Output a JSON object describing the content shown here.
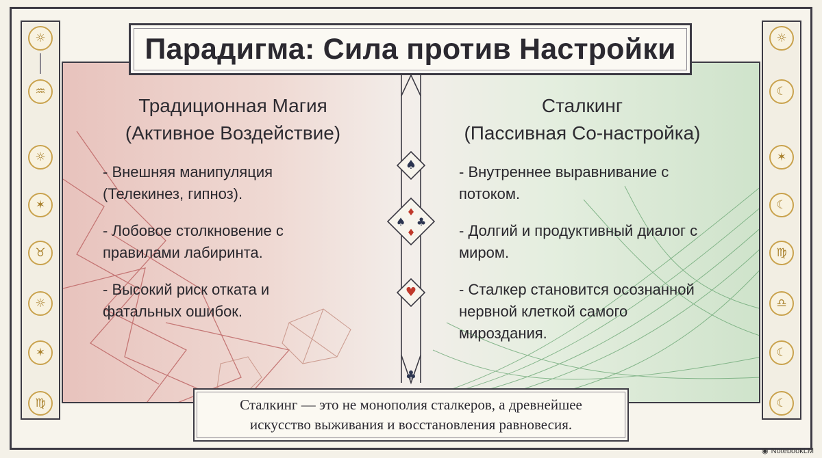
{
  "title": "Парадигма: Сила против Настройки",
  "left_column": {
    "heading_line1": "Традиционная Магия",
    "heading_line2": "(Активное Воздействие)",
    "bullets": [
      "- Внешняя манипуляция (Телекинез, гипноз).",
      "- Лобовое столкновение с правилами лабиринта.",
      "- Высокий риск отката и фатальных ошибок."
    ]
  },
  "right_column": {
    "heading_line1": "Сталкинг",
    "heading_line2": "(Пассивная Со-настройка)",
    "bullets": [
      "- Внутреннее выравнивание с потоком.",
      "- Долгий и продуктивный диалог с миром.",
      "- Сталкер становится осознанной нервной клеткой самого мироздания."
    ]
  },
  "quote_line1": "Сталкинг — это не монополия сталкеров, а древнейшее",
  "quote_line2": "искусство выживания и восстановления равновесия.",
  "watermark": "NotebookLM",
  "colors": {
    "left_tint": "#e8c3bd",
    "right_tint": "#cfe3cb",
    "frame": "#3c3a44",
    "gold": "#c9a24d",
    "suit_red": "#c0392b",
    "suit_dark": "#2c3550"
  },
  "icons": {
    "left_band": [
      "sun-icon",
      "aquarius-icon",
      "sun-icon",
      "star-icon",
      "taurus-icon",
      "sun-icon",
      "star-icon",
      "virgo-icon"
    ],
    "right_band": [
      "sun-icon",
      "moon-icon",
      "star-icon",
      "moon-icon",
      "virgo-icon",
      "libra-icon",
      "moon-icon",
      "moon-icon"
    ],
    "center_suits": [
      "spade-icon",
      "diamond-icon",
      "club-icon",
      "diamond-icon",
      "heart-icon",
      "club-icon"
    ]
  }
}
